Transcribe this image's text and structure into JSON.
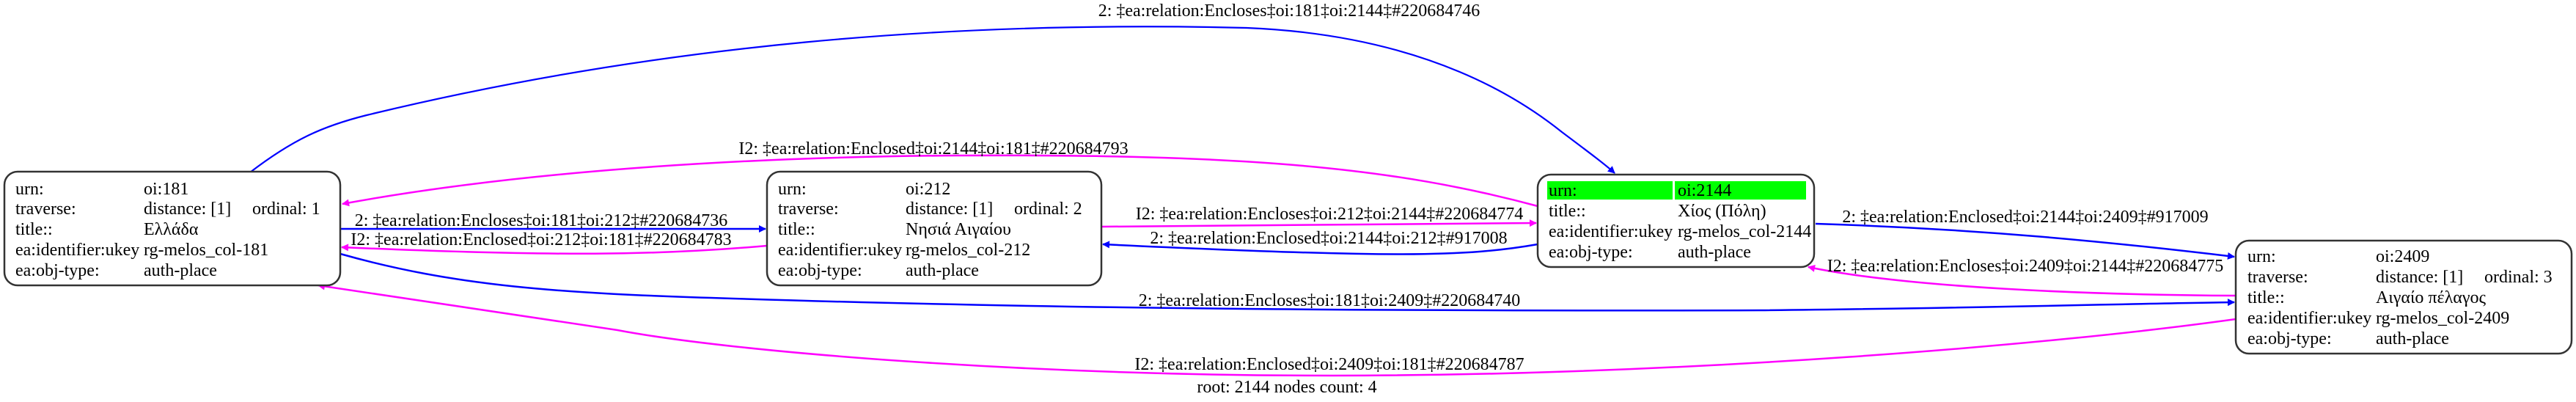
{
  "colors": {
    "encloses": "#0000ff",
    "enclosed": "#ff00ff",
    "root_highlight": "#00ff00"
  },
  "nodes": {
    "n181": {
      "urn_label": "urn:",
      "urn": "oi:181",
      "traverse_label": "traverse:",
      "distance": "distance: [1]",
      "ordinal": "ordinal: 1",
      "title_label": "title::",
      "title": "Ελλάδα",
      "ukey_label": "ea:identifier:ukey",
      "ukey": "rg-melos_col-181",
      "type_label": "ea:obj-type:",
      "type": "auth-place"
    },
    "n212": {
      "urn_label": "urn:",
      "urn": "oi:212",
      "traverse_label": "traverse:",
      "distance": "distance: [1]",
      "ordinal": "ordinal: 2",
      "title_label": "title::",
      "title": "Νησιά Αιγαίου",
      "ukey_label": "ea:identifier:ukey",
      "ukey": "rg-melos_col-212",
      "type_label": "ea:obj-type:",
      "type": "auth-place"
    },
    "n2144": {
      "urn_label": "urn:",
      "urn": "oi:2144",
      "title_label": "title::",
      "title": "Χίος (Πόλη)",
      "ukey_label": "ea:identifier:ukey",
      "ukey": "rg-melos_col-2144",
      "type_label": "ea:obj-type:",
      "type": "auth-place"
    },
    "n2409": {
      "urn_label": "urn:",
      "urn": "oi:2409",
      "traverse_label": "traverse:",
      "distance": "distance: [1]",
      "ordinal": "ordinal: 3",
      "title_label": "title::",
      "title": "Αιγαίο πέλαγος",
      "ukey_label": "ea:identifier:ukey",
      "ukey": "rg-melos_col-2409",
      "type_label": "ea:obj-type:",
      "type": "auth-place"
    }
  },
  "edges": {
    "e1": "2: ‡ea:relation:Encloses‡oi:181‡oi:2144‡#220684746",
    "e2": "I2: ‡ea:relation:Enclosed‡oi:2144‡oi:181‡#220684793",
    "e3": "2: ‡ea:relation:Encloses‡oi:181‡oi:212‡#220684736",
    "e4": "I2: ‡ea:relation:Enclosed‡oi:212‡oi:181‡#220684783",
    "e5": "I2: ‡ea:relation:Encloses‡oi:212‡oi:2144‡#220684774",
    "e6": "2: ‡ea:relation:Enclosed‡oi:2144‡oi:212‡#917008",
    "e7": "2: ‡ea:relation:Enclosed‡oi:2144‡oi:2409‡#917009",
    "e8": "I2: ‡ea:relation:Encloses‡oi:2409‡oi:2144‡#220684775",
    "e9": "2: ‡ea:relation:Encloses‡oi:181‡oi:2409‡#220684740",
    "e10": "I2: ‡ea:relation:Enclosed‡oi:2409‡oi:181‡#220684787"
  },
  "footer": "root: 2144 nodes count: 4"
}
